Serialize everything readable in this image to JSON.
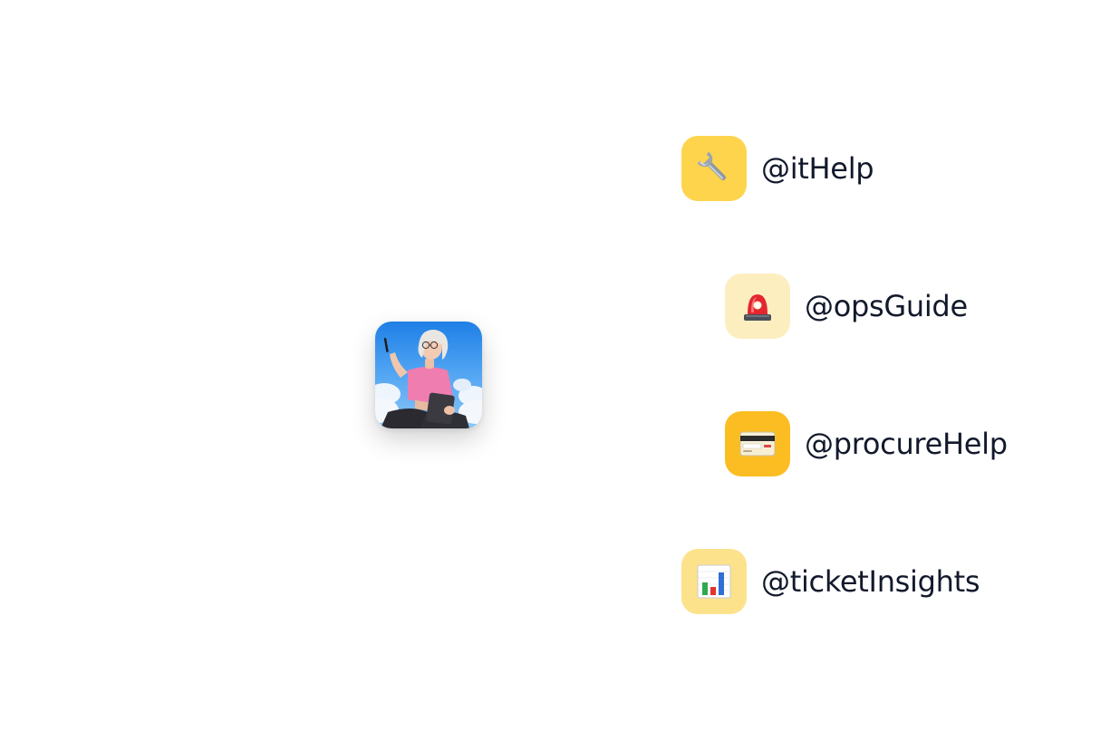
{
  "avatar": {
    "icon": "person-avatar"
  },
  "agents": [
    {
      "label": "@itHelp",
      "icon": "wrench-icon",
      "bg": "#fdd44c"
    },
    {
      "label": "@opsGuide",
      "icon": "siren-icon",
      "bg": "#fdeec0"
    },
    {
      "label": "@procureHelp",
      "icon": "credit-card-icon",
      "bg": "#fbbd22"
    },
    {
      "label": "@ticketInsights",
      "icon": "bar-chart-icon",
      "bg": "#fde28c"
    }
  ]
}
